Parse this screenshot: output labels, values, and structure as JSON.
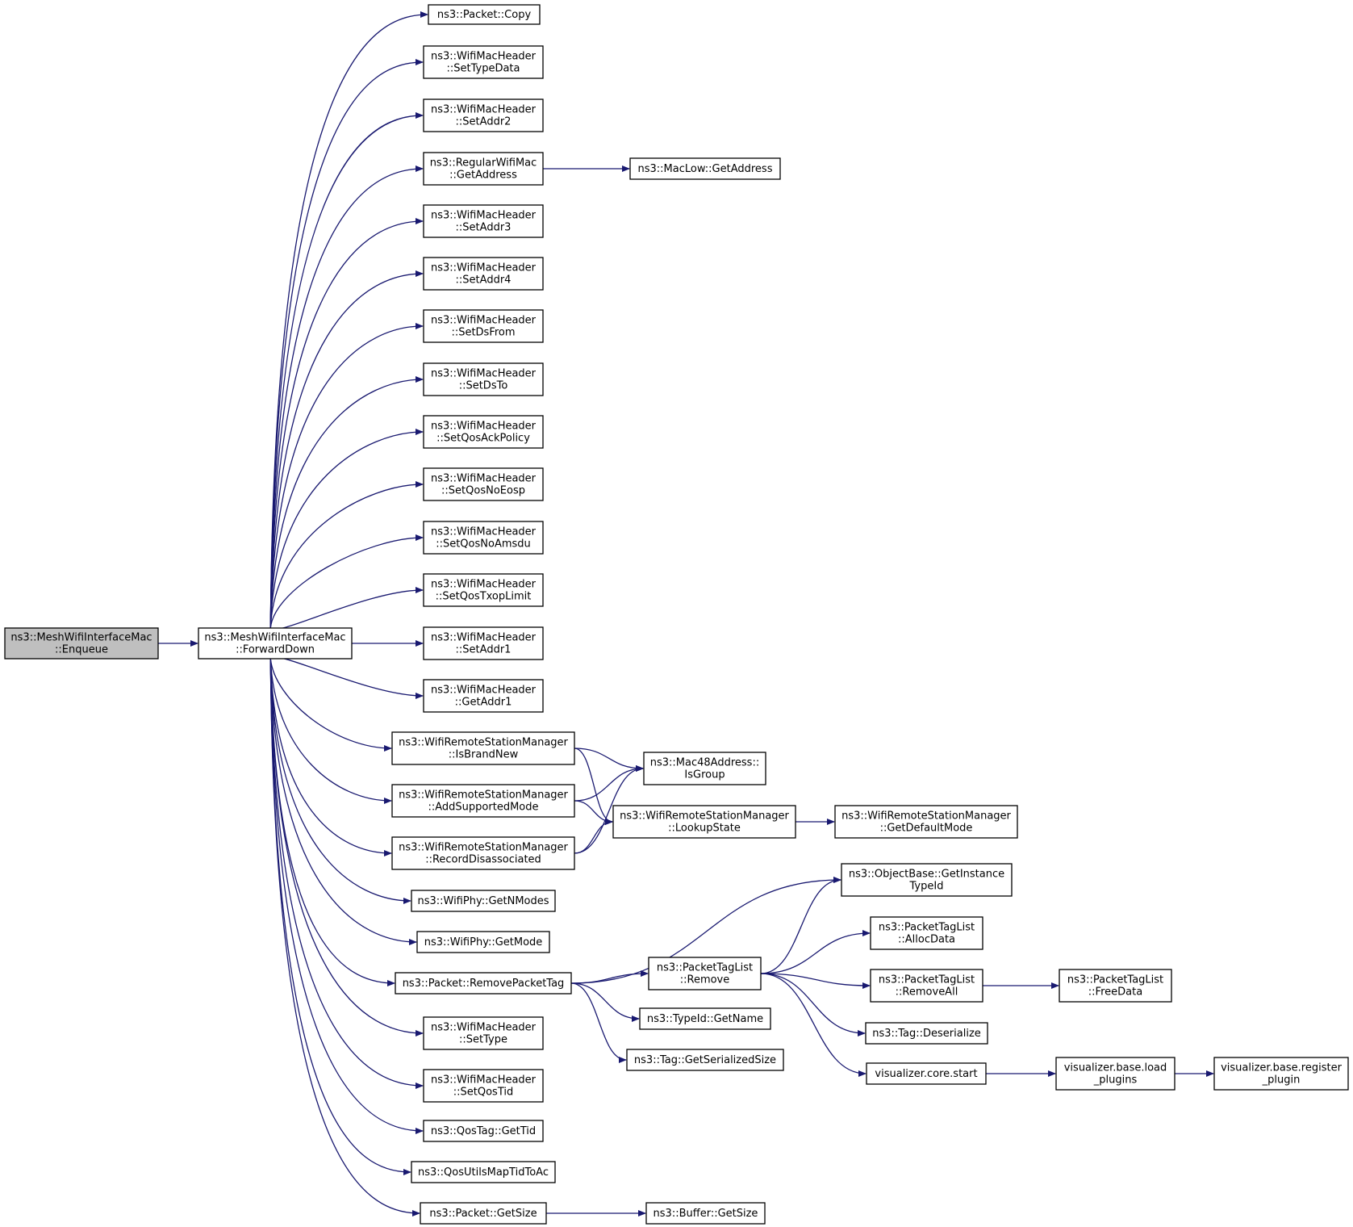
{
  "graph": {
    "colors": {
      "edge": "#191970",
      "root_fill": "#bfbfbf",
      "node_fill": "#ffffff",
      "border": "#000000"
    },
    "nodes": [
      {
        "id": "n0",
        "lines": [
          "ns3::MeshWifiInterfaceMac",
          "::Enqueue"
        ],
        "root": true
      },
      {
        "id": "n1",
        "lines": [
          "ns3::MeshWifiInterfaceMac",
          "::ForwardDown"
        ]
      },
      {
        "id": "n2",
        "lines": [
          "ns3::Packet::Copy"
        ]
      },
      {
        "id": "n3",
        "lines": [
          "ns3::WifiMacHeader",
          "::SetTypeData"
        ]
      },
      {
        "id": "n4",
        "lines": [
          "ns3::WifiMacHeader",
          "::SetAddr2"
        ]
      },
      {
        "id": "n5",
        "lines": [
          "ns3::RegularWifiMac",
          "::GetAddress"
        ]
      },
      {
        "id": "n6",
        "lines": [
          "ns3::MacLow::GetAddress"
        ]
      },
      {
        "id": "n7",
        "lines": [
          "ns3::WifiMacHeader",
          "::SetAddr3"
        ]
      },
      {
        "id": "n8",
        "lines": [
          "ns3::WifiMacHeader",
          "::SetAddr4"
        ]
      },
      {
        "id": "n9",
        "lines": [
          "ns3::WifiMacHeader",
          "::SetDsFrom"
        ]
      },
      {
        "id": "n10",
        "lines": [
          "ns3::WifiMacHeader",
          "::SetDsTo"
        ]
      },
      {
        "id": "n11",
        "lines": [
          "ns3::WifiMacHeader",
          "::SetQosAckPolicy"
        ]
      },
      {
        "id": "n12",
        "lines": [
          "ns3::WifiMacHeader",
          "::SetQosNoEosp"
        ]
      },
      {
        "id": "n13",
        "lines": [
          "ns3::WifiMacHeader",
          "::SetQosNoAmsdu"
        ]
      },
      {
        "id": "n14",
        "lines": [
          "ns3::WifiMacHeader",
          "::SetQosTxopLimit"
        ]
      },
      {
        "id": "n15",
        "lines": [
          "ns3::WifiMacHeader",
          "::SetAddr1"
        ]
      },
      {
        "id": "n16",
        "lines": [
          "ns3::WifiMacHeader",
          "::GetAddr1"
        ]
      },
      {
        "id": "n17",
        "lines": [
          "ns3::WifiRemoteStationManager",
          "::IsBrandNew"
        ]
      },
      {
        "id": "n18",
        "lines": [
          "ns3::Mac48Address::",
          "IsGroup"
        ]
      },
      {
        "id": "n19",
        "lines": [
          "ns3::WifiRemoteStationManager",
          "::AddSupportedMode"
        ]
      },
      {
        "id": "n20",
        "lines": [
          "ns3::WifiRemoteStationManager",
          "::LookupState"
        ]
      },
      {
        "id": "n21",
        "lines": [
          "ns3::WifiRemoteStationManager",
          "::GetDefaultMode"
        ]
      },
      {
        "id": "n22",
        "lines": [
          "ns3::WifiRemoteStationManager",
          "::RecordDisassociated"
        ]
      },
      {
        "id": "n23",
        "lines": [
          "ns3::ObjectBase::GetInstance",
          "TypeId"
        ]
      },
      {
        "id": "n24",
        "lines": [
          "ns3::WifiPhy::GetNModes"
        ]
      },
      {
        "id": "n25",
        "lines": [
          "ns3::PacketTagList",
          "::AllocData"
        ]
      },
      {
        "id": "n26",
        "lines": [
          "ns3::WifiPhy::GetMode"
        ]
      },
      {
        "id": "n27",
        "lines": [
          "ns3::PacketTagList",
          "::Remove"
        ]
      },
      {
        "id": "n28",
        "lines": [
          "ns3::Packet::RemovePacketTag"
        ]
      },
      {
        "id": "n29",
        "lines": [
          "ns3::PacketTagList",
          "::RemoveAll"
        ]
      },
      {
        "id": "n30",
        "lines": [
          "ns3::PacketTagList",
          "::FreeData"
        ]
      },
      {
        "id": "n31",
        "lines": [
          "ns3::TypeId::GetName"
        ]
      },
      {
        "id": "n32",
        "lines": [
          "ns3::WifiMacHeader",
          "::SetType"
        ]
      },
      {
        "id": "n33",
        "lines": [
          "ns3::Tag::Deserialize"
        ]
      },
      {
        "id": "n34",
        "lines": [
          "ns3::Tag::GetSerializedSize"
        ]
      },
      {
        "id": "n35",
        "lines": [
          "visualizer.core.start"
        ]
      },
      {
        "id": "n36",
        "lines": [
          "visualizer.base.load",
          "_plugins"
        ]
      },
      {
        "id": "n37",
        "lines": [
          "visualizer.base.register",
          "_plugin"
        ]
      },
      {
        "id": "n38",
        "lines": [
          "ns3::WifiMacHeader",
          "::SetQosTid"
        ]
      },
      {
        "id": "n39",
        "lines": [
          "ns3::QosTag::GetTid"
        ]
      },
      {
        "id": "n40",
        "lines": [
          "ns3::QosUtilsMapTidToAc"
        ]
      },
      {
        "id": "n41",
        "lines": [
          "ns3::Packet::GetSize"
        ]
      },
      {
        "id": "n42",
        "lines": [
          "ns3::Buffer::GetSize"
        ]
      }
    ],
    "edges": [
      [
        "n0",
        "n1"
      ],
      [
        "n1",
        "n2"
      ],
      [
        "n1",
        "n3"
      ],
      [
        "n1",
        "n4"
      ],
      [
        "n1",
        "n5"
      ],
      [
        "n1",
        "n7"
      ],
      [
        "n1",
        "n8"
      ],
      [
        "n1",
        "n9"
      ],
      [
        "n1",
        "n10"
      ],
      [
        "n1",
        "n11"
      ],
      [
        "n1",
        "n12"
      ],
      [
        "n1",
        "n13"
      ],
      [
        "n1",
        "n14"
      ],
      [
        "n1",
        "n15"
      ],
      [
        "n1",
        "n16"
      ],
      [
        "n1",
        "n17"
      ],
      [
        "n1",
        "n19"
      ],
      [
        "n1",
        "n22"
      ],
      [
        "n1",
        "n24"
      ],
      [
        "n1",
        "n26"
      ],
      [
        "n1",
        "n28"
      ],
      [
        "n1",
        "n32"
      ],
      [
        "n1",
        "n38"
      ],
      [
        "n1",
        "n39"
      ],
      [
        "n1",
        "n40"
      ],
      [
        "n1",
        "n41"
      ],
      [
        "n5",
        "n6"
      ],
      [
        "n17",
        "n18"
      ],
      [
        "n17",
        "n20"
      ],
      [
        "n19",
        "n18"
      ],
      [
        "n19",
        "n20"
      ],
      [
        "n22",
        "n18"
      ],
      [
        "n22",
        "n20"
      ],
      [
        "n20",
        "n21"
      ],
      [
        "n28",
        "n23"
      ],
      [
        "n28",
        "n27"
      ],
      [
        "n28",
        "n31"
      ],
      [
        "n28",
        "n34"
      ],
      [
        "n27",
        "n23"
      ],
      [
        "n27",
        "n25"
      ],
      [
        "n27",
        "n29"
      ],
      [
        "n27",
        "n33"
      ],
      [
        "n27",
        "n35"
      ],
      [
        "n29",
        "n30"
      ],
      [
        "n35",
        "n36"
      ],
      [
        "n36",
        "n37"
      ],
      [
        "n41",
        "n42"
      ]
    ]
  }
}
